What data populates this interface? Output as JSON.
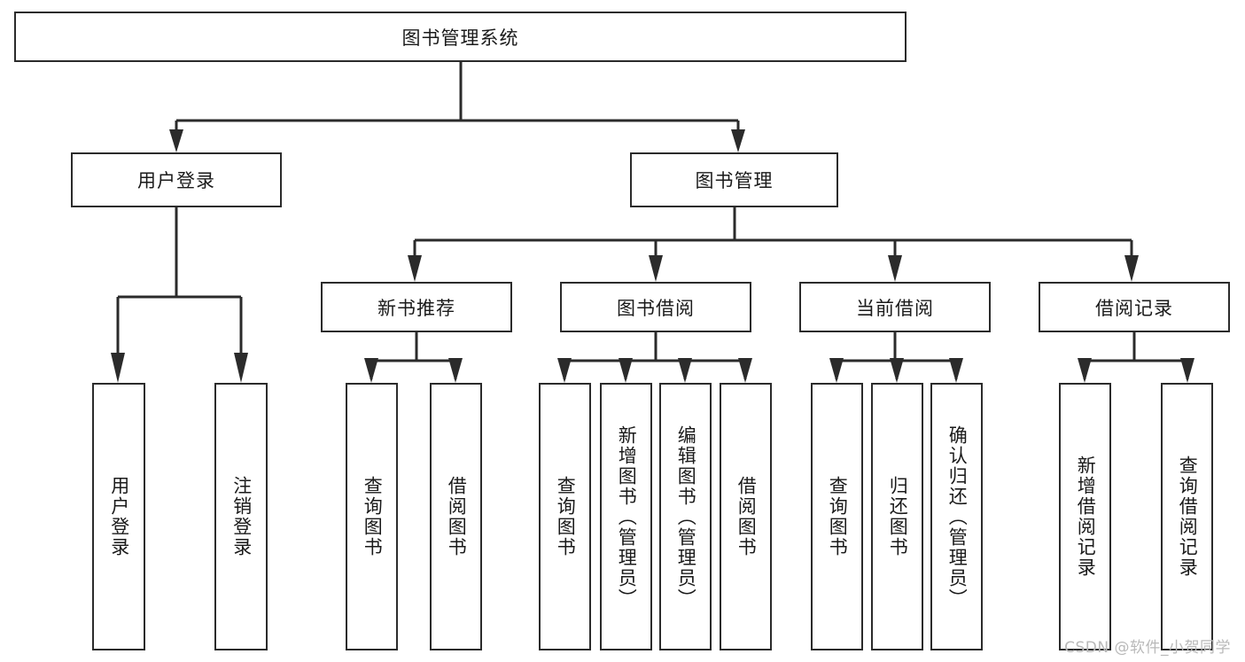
{
  "diagram": {
    "title": "图书管理系统",
    "type": "hierarchy-tree",
    "root": {
      "label": "图书管理系统"
    },
    "level2": [
      {
        "id": "user-login",
        "label": "用户登录"
      },
      {
        "id": "book-manage",
        "label": "图书管理"
      }
    ],
    "level3": [
      {
        "id": "new-book-recommend",
        "label": "新书推荐",
        "parent": "book-manage"
      },
      {
        "id": "book-borrow",
        "label": "图书借阅",
        "parent": "book-manage"
      },
      {
        "id": "current-borrow",
        "label": "当前借阅",
        "parent": "book-manage"
      },
      {
        "id": "borrow-record",
        "label": "借阅记录",
        "parent": "book-manage"
      }
    ],
    "leaves": {
      "user-login": [
        {
          "id": "leaf-user-login",
          "label": "用户登录"
        },
        {
          "id": "leaf-logout-login",
          "label": "注销登录"
        }
      ],
      "new-book-recommend": [
        {
          "id": "leaf-query-book-1",
          "label": "查询图书"
        },
        {
          "id": "leaf-borrow-book-1",
          "label": "借阅图书"
        }
      ],
      "book-borrow": [
        {
          "id": "leaf-query-book-2",
          "label": "查询图书"
        },
        {
          "id": "leaf-add-book",
          "label": "新增图书（管理员）"
        },
        {
          "id": "leaf-edit-book",
          "label": "编辑图书（管理员）"
        },
        {
          "id": "leaf-borrow-book-2",
          "label": "借阅图书"
        }
      ],
      "current-borrow": [
        {
          "id": "leaf-query-book-3",
          "label": "查询图书"
        },
        {
          "id": "leaf-return-book",
          "label": "归还图书"
        },
        {
          "id": "leaf-confirm-return",
          "label": "确认归还（管理员）"
        }
      ],
      "borrow-record": [
        {
          "id": "leaf-add-record",
          "label": "新增借阅记录"
        },
        {
          "id": "leaf-query-record",
          "label": "查询借阅记录"
        }
      ]
    },
    "watermark": "CSDN @软件_小贺同学",
    "colors": {
      "stroke": "#2b2b2b",
      "background": "#ffffff",
      "text": "#1a1a1a",
      "watermark": "#b9b9b9"
    }
  }
}
